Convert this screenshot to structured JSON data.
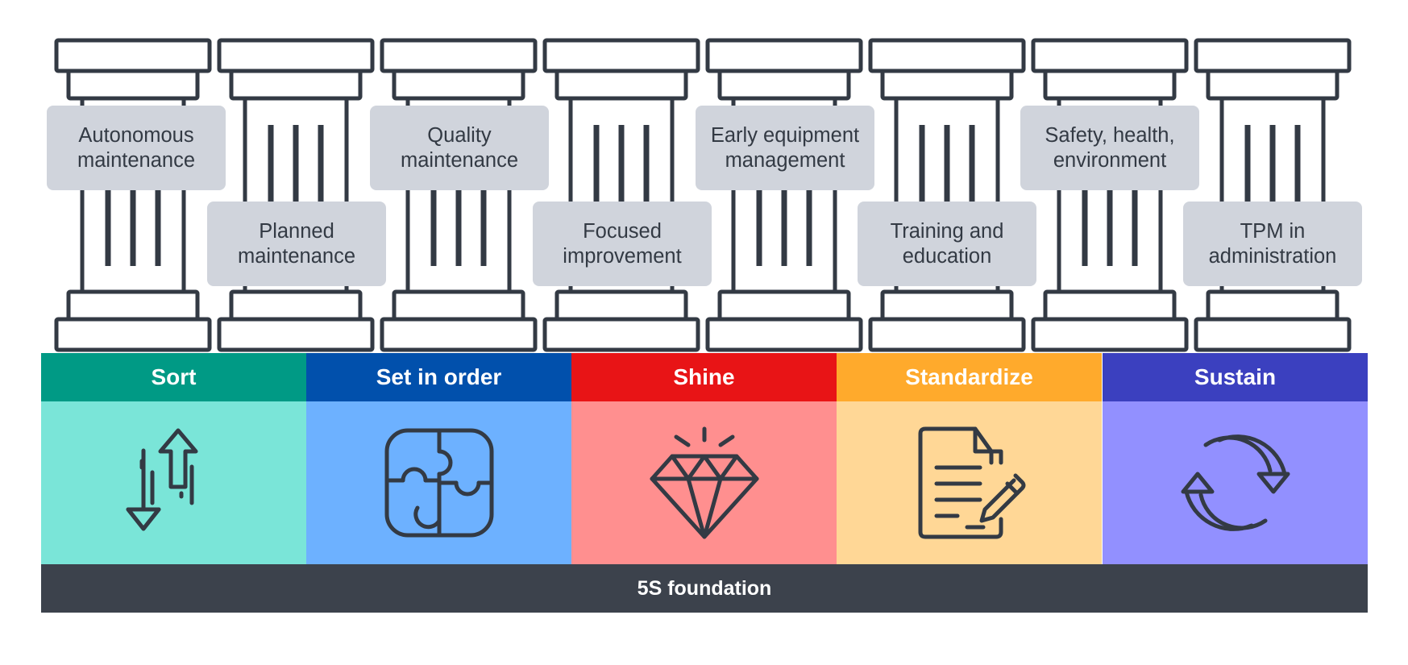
{
  "pillars": [
    {
      "label": "Autonomous\nmaintenance"
    },
    {
      "label": "Planned\nmaintenance"
    },
    {
      "label": "Quality\nmaintenance"
    },
    {
      "label": "Focused\nimprovement"
    },
    {
      "label": "Early equipment\nmanagement"
    },
    {
      "label": "Training and\neducation"
    },
    {
      "label": "Safety, health,\nenvironment"
    },
    {
      "label": "TPM in\nadministration"
    }
  ],
  "five_s": [
    {
      "name": "Sort",
      "icon": "swap-arrows-icon",
      "header_color": "#009a85",
      "body_color": "#7ae5d8"
    },
    {
      "name": "Set in order",
      "icon": "puzzle-icon",
      "header_color": "#0150ac",
      "body_color": "#6db1ff"
    },
    {
      "name": "Shine",
      "icon": "diamond-icon",
      "header_color": "#e81416",
      "body_color": "#ff8f8f"
    },
    {
      "name": "Standardize",
      "icon": "document-edit-icon",
      "header_color": "#ffaa2c",
      "body_color": "#ffd796"
    },
    {
      "name": "Sustain",
      "icon": "cycle-arrows-icon",
      "header_color": "#3b40bf",
      "body_color": "#9290ff"
    }
  ],
  "foundation": {
    "label": "5S foundation",
    "color": "#3c424c"
  }
}
